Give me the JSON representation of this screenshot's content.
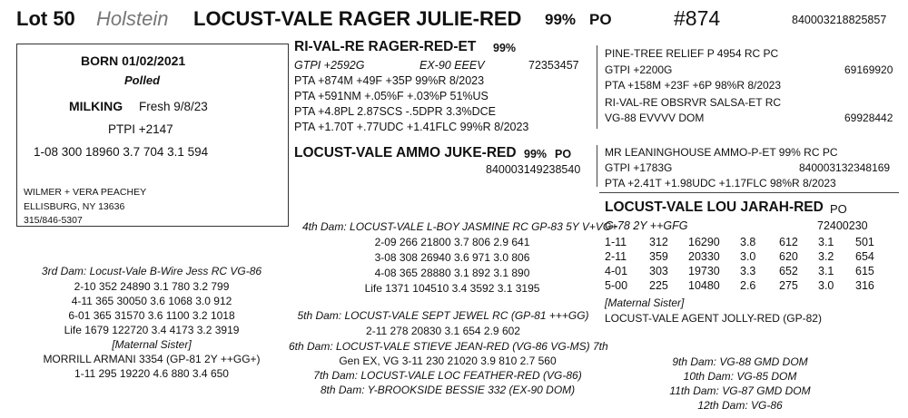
{
  "header": {
    "lot": "Lot 50",
    "breed": "Holstein",
    "name": "LOCUST-VALE RAGER JULIE-RED",
    "pct": "99%",
    "polled": "PO",
    "number": "#874",
    "reg": "840003218825857",
    "top_cut": "——— ———"
  },
  "info_box": {
    "born": "BORN 01/02/2021",
    "polled": "Polled",
    "milking_label": "MILKING",
    "milking_value": "Fresh 9/8/23",
    "ptpi": "PTPI +2147",
    "record": "1-08  300  18960  3.7  704 3.1  594",
    "owner": "WILMER + VERA PEACHEY",
    "city": "ELLISBURG, NY  13636",
    "phone": "315/846-5307"
  },
  "sire": {
    "name": "RI-VAL-RE RAGER-RED-ET",
    "pct": "99%",
    "l1_a": "GTPI +2592G",
    "l1_b": "EX-90 EEEV",
    "l1_c": "72353457",
    "l2": "PTA  +874M    +49F     +35P  99%R  8/2023",
    "l3": "PTA  +591NM  +.05%F   +.03%P 51%US",
    "l4": "PTA  +4.8PL  2.87SCS   -.5DPR  3.3%DCE",
    "l5": "PTA  +1.70T  +.77UDC +1.41FLC  99%R  8/2023"
  },
  "sire_sire": {
    "name": "PINE-TREE RELIEF P 4954  RC  PC",
    "gtpi": "GTPI +2200G",
    "reg": "69169920",
    "pta": "PTA   +158M     +23F       +6P  98%R  8/2023"
  },
  "sire_dam": {
    "name": "RI-VAL-RE OBSRVR SALSA-ET  RC",
    "class": "VG-88 EVVVV DOM",
    "reg": "69928442"
  },
  "dam": {
    "name": "LOCUST-VALE AMMO JUKE-RED",
    "pct": "99%",
    "polled": "PO",
    "reg": "840003149238540"
  },
  "dam_sire": {
    "name": "MR LEANINGHOUSE AMMO-P-ET  99%  RC  PC",
    "gtpi": "GTPI +1783G",
    "reg": "840003132348169",
    "pta": "PTA  +2.41T  +1.98UDC  +1.17FLC  98%R  8/2023"
  },
  "dam_dam": {
    "name": "LOCUST-VALE LOU JARAH-RED",
    "polled": "PO",
    "class": "G-78  2Y  ++GFG",
    "reg": "72400230",
    "records": [
      [
        "1-11",
        "312",
        "16290",
        "3.8",
        "612",
        "3.1",
        "501"
      ],
      [
        "2-11",
        "359",
        "20330",
        "3.0",
        "620",
        "3.2",
        "654"
      ],
      [
        "4-01",
        "303",
        "19730",
        "3.3",
        "652",
        "3.1",
        "615"
      ],
      [
        "5-00",
        "225",
        "10480",
        "2.6",
        "275",
        "3.0",
        "316"
      ]
    ],
    "maternal_label": "[Maternal Sister]",
    "maternal_sister": "LOCUST-VALE AGENT JOLLY-RED (GP-82)"
  },
  "fourth_dam": {
    "title": "4th Dam: LOCUST-VALE L-BOY JASMINE  RC  GP-83 5Y V+VG+",
    "lines": [
      "2-09 266 21800 3.7 806 2.9 641",
      "3-08 308 26940 3.6 971 3.0 806",
      "4-08 365 28880 3.1 892 3.1 890",
      "Life 1371 104510 3.4 3592 3.1 3195"
    ]
  },
  "third_dam": {
    "title": "3rd Dam: Locust-Vale B-Wire Jess  RC  VG-86",
    "lines": [
      "2-10 352 24890 3.1 780 3.2 799",
      "4-11 365 30050  3.6  1068  3.0  912",
      "6-01 365 31570 3.6  1100  3.2 1018",
      "Life 1679 122720  3.4 4173  3.2  3919",
      "[Maternal Sister]",
      "MORRILL ARMANI 3354  (GP-81 2Y ++GG+)",
      "1-11 295 19220 4.6 880 3.4 650"
    ]
  },
  "fifth_dam": {
    "title": "5th Dam: LOCUST-VALE SEPT JEWEL  RC (GP-81 +++GG)",
    "line": "2-11 278 20830 3.1 654 2.9 602"
  },
  "sixth_dam": {
    "l1": "6th Dam: LOCUST-VALE STIEVE JEAN-RED (VG-86 VG-MS)  7th",
    "l2": "Gen EX, VG 3-11 230 21020 3.9 810 2.7 560"
  },
  "seventh_dam": "7th Dam: LOCUST-VALE LOC FEATHER-RED (VG-86)",
  "eighth_dam": "8th Dam: Y-BROOKSIDE BESSIE 332 (EX-90 DOM)",
  "ninth_dam": "9th Dam: VG-88 GMD DOM",
  "tenth_dam": "10th Dam: VG-85 DOM",
  "eleventh_dam": "11th Dam: VG-87 GMD DOM",
  "twelfth_dam": "12th Dam: VG-86"
}
